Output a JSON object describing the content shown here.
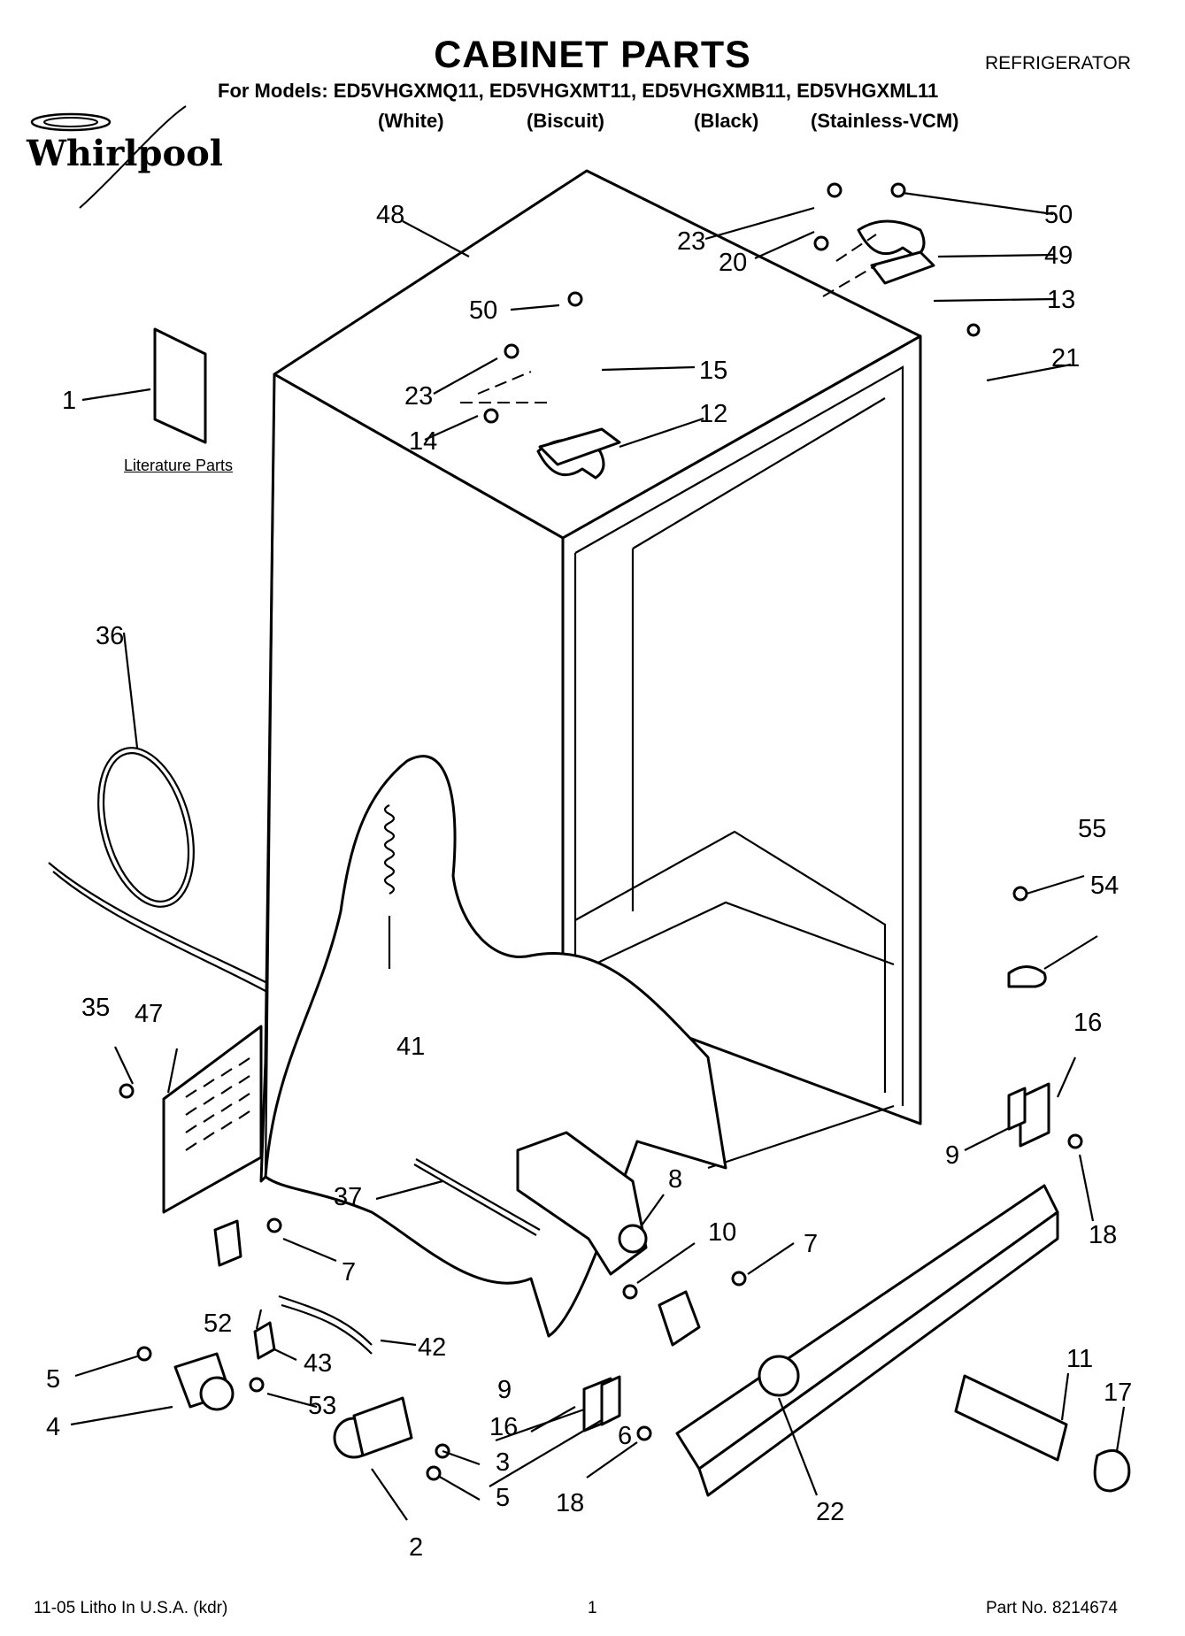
{
  "header": {
    "title": "CABINET PARTS",
    "appliance": "REFRIGERATOR",
    "models_line": "For Models: ED5VHGXMQ11, ED5VHGXMT11, ED5VHGXMB11, ED5VHGXML11",
    "colors": [
      "(White)",
      "(Biscuit)",
      "(Black)",
      "(Stainless-VCM)"
    ]
  },
  "logo": {
    "text": "Whirlpool"
  },
  "literature_label": "Literature Parts",
  "callouts": [
    {
      "id": "c1",
      "label": "1"
    },
    {
      "id": "c2",
      "label": "2"
    },
    {
      "id": "c3",
      "label": "3"
    },
    {
      "id": "c4",
      "label": "4"
    },
    {
      "id": "c5a",
      "label": "5"
    },
    {
      "id": "c5b",
      "label": "5"
    },
    {
      "id": "c6",
      "label": "6"
    },
    {
      "id": "c7a",
      "label": "7"
    },
    {
      "id": "c7b",
      "label": "7"
    },
    {
      "id": "c8",
      "label": "8"
    },
    {
      "id": "c9a",
      "label": "9"
    },
    {
      "id": "c9b",
      "label": "9"
    },
    {
      "id": "c10",
      "label": "10"
    },
    {
      "id": "c11",
      "label": "11"
    },
    {
      "id": "c12",
      "label": "12"
    },
    {
      "id": "c13",
      "label": "13"
    },
    {
      "id": "c14",
      "label": "14"
    },
    {
      "id": "c15",
      "label": "15"
    },
    {
      "id": "c16a",
      "label": "16"
    },
    {
      "id": "c16b",
      "label": "16"
    },
    {
      "id": "c17",
      "label": "17"
    },
    {
      "id": "c18a",
      "label": "18"
    },
    {
      "id": "c18b",
      "label": "18"
    },
    {
      "id": "c20",
      "label": "20"
    },
    {
      "id": "c21",
      "label": "21"
    },
    {
      "id": "c22",
      "label": "22"
    },
    {
      "id": "c23a",
      "label": "23"
    },
    {
      "id": "c23b",
      "label": "23"
    },
    {
      "id": "c35",
      "label": "35"
    },
    {
      "id": "c36",
      "label": "36"
    },
    {
      "id": "c37",
      "label": "37"
    },
    {
      "id": "c41",
      "label": "41"
    },
    {
      "id": "c42",
      "label": "42"
    },
    {
      "id": "c43",
      "label": "43"
    },
    {
      "id": "c47",
      "label": "47"
    },
    {
      "id": "c48",
      "label": "48"
    },
    {
      "id": "c49",
      "label": "49"
    },
    {
      "id": "c50a",
      "label": "50"
    },
    {
      "id": "c50b",
      "label": "50"
    },
    {
      "id": "c52",
      "label": "52"
    },
    {
      "id": "c53",
      "label": "53"
    },
    {
      "id": "c54",
      "label": "54"
    },
    {
      "id": "c55",
      "label": "55"
    }
  ],
  "footer": {
    "left": "11-05 Litho In U.S.A. (kdr)",
    "page": "1",
    "part_no": "Part No. 8214674"
  }
}
